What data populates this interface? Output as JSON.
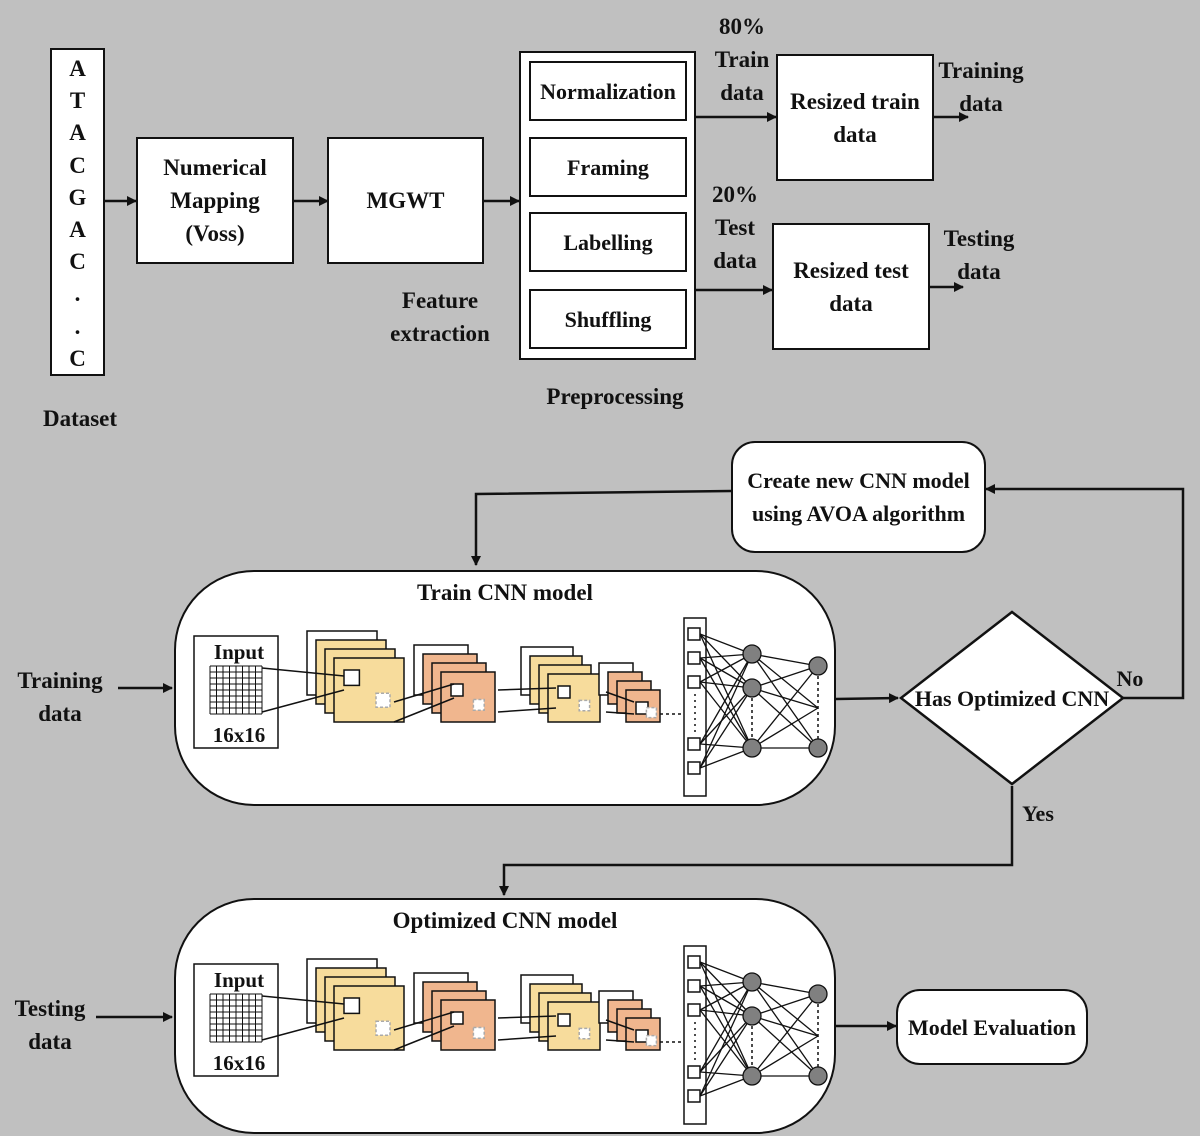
{
  "dataset": {
    "letters": [
      "A",
      "T",
      "A",
      "C",
      "G",
      "A",
      "C",
      ".",
      ".",
      "C"
    ],
    "caption": "Dataset"
  },
  "numerical_mapping": {
    "line1": "Numerical",
    "line2": "Mapping",
    "line3": "(Voss)"
  },
  "mgwt": {
    "label": "MGWT",
    "caption_line1": "Feature",
    "caption_line2": "extraction"
  },
  "preprocessing": {
    "items": [
      "Normalization",
      "Framing",
      "Labelling",
      "Shuffling"
    ],
    "caption": "Preprocessing"
  },
  "split": {
    "train_pct": "80%",
    "train_line1": "Train",
    "train_line2": "data",
    "test_pct": "20%",
    "test_line1": "Test",
    "test_line2": "data"
  },
  "resized_train": {
    "line1": "Resized train",
    "line2": "data"
  },
  "resized_test": {
    "line1": "Resized test",
    "line2": "data"
  },
  "out_training": {
    "line1": "Training",
    "line2": "data"
  },
  "out_testing": {
    "line1": "Testing",
    "line2": "data"
  },
  "create_model": {
    "line1": "Create new CNN model",
    "line2": "using AVOA algorithm"
  },
  "train_panel": {
    "title": "Train CNN model",
    "input_label": "Input",
    "size_label": "16x16"
  },
  "train_input": {
    "line1": "Training",
    "line2": "data"
  },
  "decision": {
    "label": "Has Optimized CNN",
    "no": "No",
    "yes": "Yes"
  },
  "opt_panel": {
    "title": "Optimized CNN model",
    "input_label": "Input",
    "size_label": "16x16"
  },
  "test_input": {
    "line1": "Testing",
    "line2": "data"
  },
  "evaluation": {
    "label": "Model Evaluation"
  },
  "colors": {
    "background": "#c0c0c0",
    "yellow": "#f7dc9c",
    "salmon": "#f0b68e",
    "node": "#808080"
  }
}
